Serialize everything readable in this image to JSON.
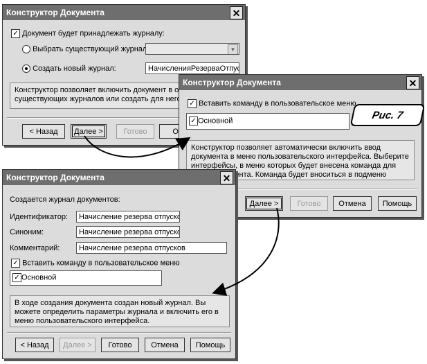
{
  "window1": {
    "title": "Конструктор Документа",
    "journal_checkbox_label": "Документ будет принадлежать журналу:",
    "radio_existing_label": "Выбрать существующий журнал:",
    "radio_new_label": "Создать новый журнал:",
    "new_journal_value": "НачисленияРезерваОтпус",
    "info_text": "Конструктор позволяет включить документ в оди существующих журналов или создать для него н",
    "buttons": {
      "back": "< Назад",
      "next": "Далее >",
      "done": "Готово",
      "cancel": "Отм"
    }
  },
  "window2": {
    "title": "Конструктор Документа",
    "menu_checkbox_label": "Вставить команду в пользовательское меню",
    "interface_item": "Основной",
    "info_text": "Конструктор позволяет автоматически включить ввод документа в меню пользовательского интерфейса. Выберите интерфейсы, в меню которых будет внесена команда для ввода документа. Команда будет вноситься в подменю \"Документы\".",
    "buttons": {
      "next": "Далее >",
      "done": "Готово",
      "cancel": "Отмена",
      "help": "Помощь"
    }
  },
  "window3": {
    "title": "Конструктор Документа",
    "header_text": "Создается журнал документов:",
    "id_label": "Идентификатор:",
    "id_value": "Начисление резерва отпуско",
    "synonym_label": "Синоним:",
    "synonym_value": "Начисление резерва отпуско",
    "comment_label": "Комментарий:",
    "comment_value": "Начисление резерва отпусков",
    "menu_checkbox_label": "Вставить команду в пользовательское меню",
    "interface_item": "Основной",
    "info_text": "В ходе создания документа создан новый журнал. Вы можете определить параметры журнала и включить его в меню пользовательского интерфейса.",
    "buttons": {
      "back": "< Назад",
      "next": "Далее >",
      "done": "Готово",
      "cancel": "Отмена",
      "help": "Помощь"
    }
  },
  "figure_label": "Рис. 7"
}
